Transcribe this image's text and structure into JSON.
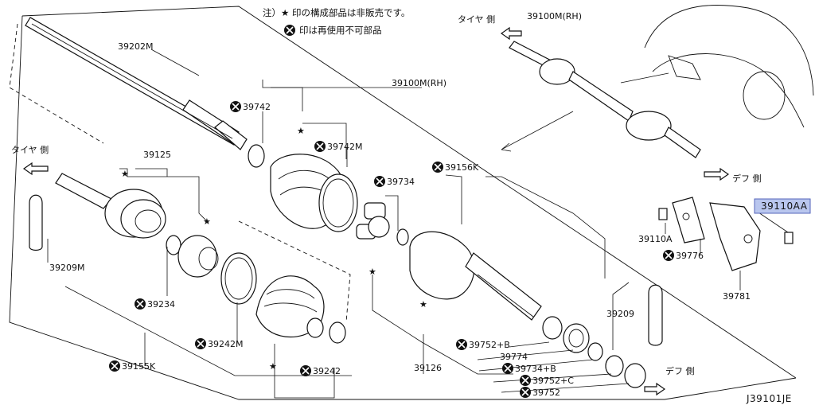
{
  "notes": {
    "line1": "注）★ 印の構成部品は非販売です。",
    "line2": "印は再使用不可部品"
  },
  "direction_labels": {
    "tire_side_top": "タイヤ 側",
    "tire_side_left": "タイヤ 側",
    "diff_side_right": "デフ 側",
    "diff_side_bottom": "デフ 側"
  },
  "labels": {
    "p39202M": "39202M",
    "p39742_a": "39742",
    "p39742M": "39742M",
    "p39100M_rh_center": "39100M(RH)",
    "p39100M_rh_top": "39100M(RH)",
    "p39156K": "39156K",
    "p39734": "39734",
    "p39125": "39125",
    "p39209M": "39209M",
    "p39234": "39234",
    "p39155K": "39155K",
    "p39242M": "39242M",
    "p39242": "39242",
    "p39126": "39126",
    "p39209": "39209",
    "p39752B": "39752+B",
    "p39774": "39774",
    "p39734B": "39734+B",
    "p39752C": "39752+C",
    "p39752": "39752",
    "p39110A": "39110A",
    "p39110AA": "39110AA",
    "p39776": "39776",
    "p39781": "39781"
  },
  "footer_code": "J39101JE",
  "colors": {
    "highlight": "#b9c6ee",
    "line": "#111111"
  }
}
